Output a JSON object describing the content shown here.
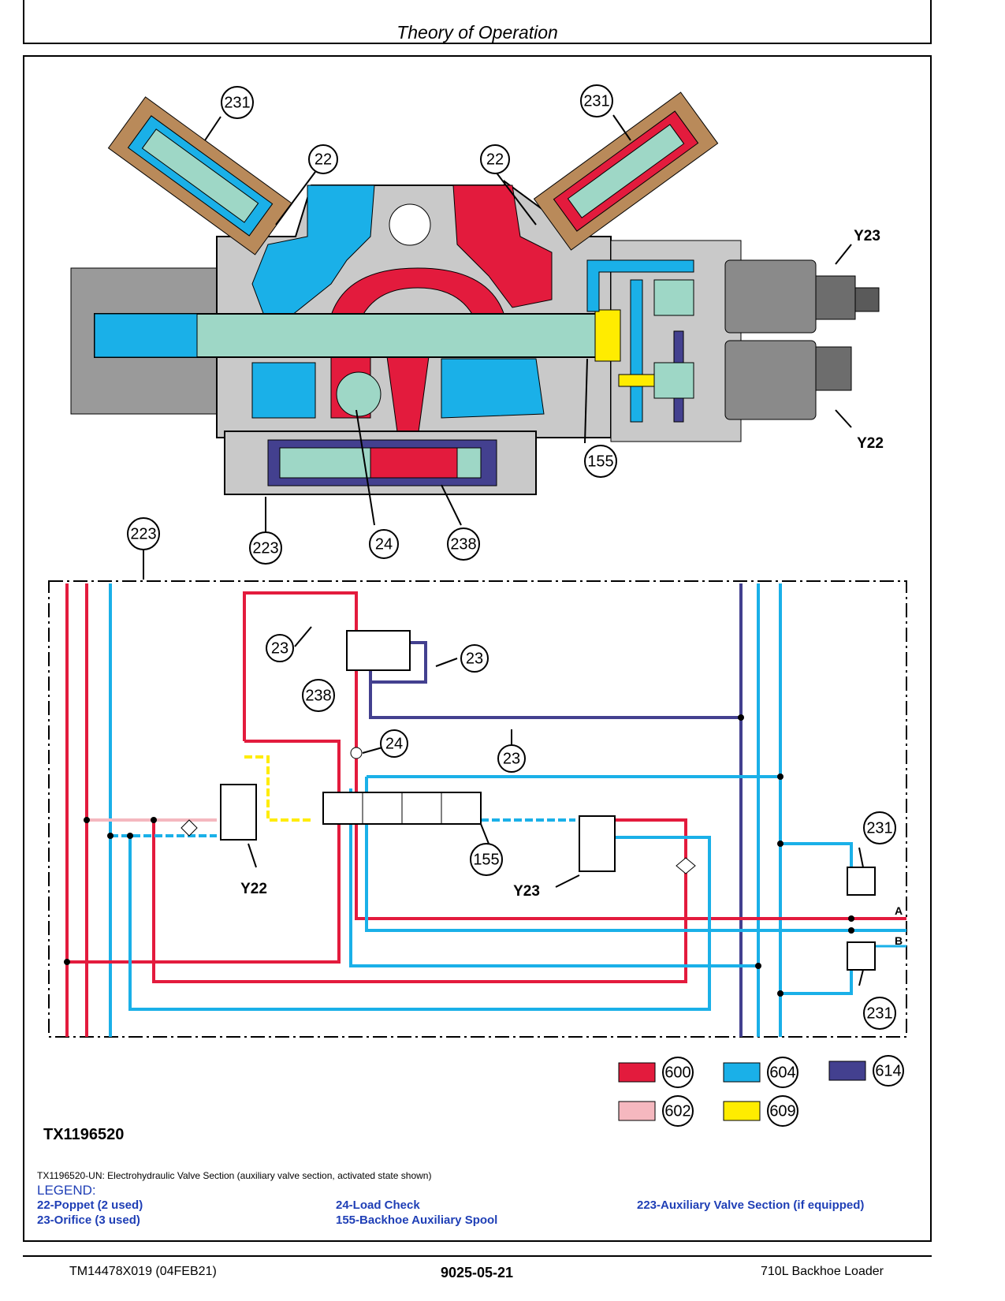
{
  "header": {
    "title": "Theory of Operation"
  },
  "figure": {
    "code": "TX1196520",
    "caption": "TX1196520-UN: Electrohydraulic Valve Section (auxiliary valve section, activated state shown)",
    "section_callouts": [
      "231",
      "231",
      "22",
      "22",
      "223",
      "223",
      "24",
      "238",
      "155"
    ],
    "section_labels": [
      "Y23",
      "Y22"
    ],
    "schematic_callouts": [
      "223",
      "23",
      "23",
      "238",
      "24",
      "23",
      "231",
      "231",
      "155"
    ],
    "schematic_labels": [
      "Y22",
      "Y23",
      "A",
      "B"
    ],
    "color_key": [
      {
        "code": "600",
        "color": "#e31b3d"
      },
      {
        "code": "604",
        "color": "#1ab0e8"
      },
      {
        "code": "614",
        "color": "#43408f"
      },
      {
        "code": "602",
        "color": "#f5b8bf"
      },
      {
        "code": "609",
        "color": "#ffec00"
      }
    ]
  },
  "legend": {
    "heading": "LEGEND:",
    "items": [
      "22-Poppet (2 used)",
      "23-Orifice (3 used)",
      "24-Load Check",
      "155-Backhoe Auxiliary Spool",
      "223-Auxiliary Valve Section (if equipped)"
    ]
  },
  "footer": {
    "left": "TM14478X019 (04FEB21)",
    "center": "9025-05-21",
    "right": "710L Backhoe Loader"
  }
}
